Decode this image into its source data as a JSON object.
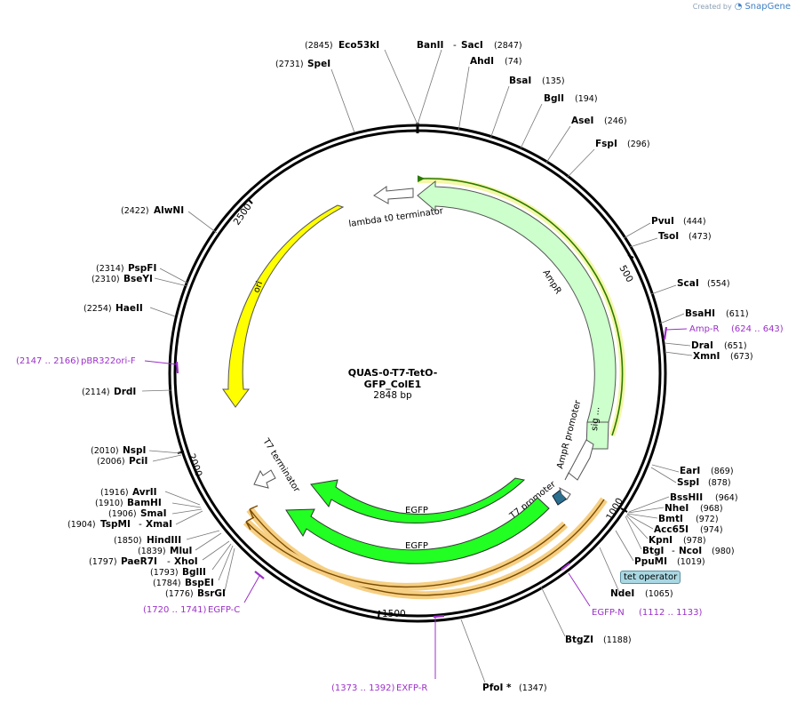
{
  "brand": {
    "created_by": "Created by",
    "app": "SnapGene"
  },
  "plasmid": {
    "name": "QUAS-0-T7-TetO-GFP_ColE1",
    "length_label": "2848 bp",
    "length": 2848
  },
  "ticks": [
    {
      "pos": 500,
      "label": "500"
    },
    {
      "pos": 1000,
      "label": "1000"
    },
    {
      "pos": 1500,
      "label": "1500"
    },
    {
      "pos": 2000,
      "label": "2000"
    },
    {
      "pos": 2500,
      "label": "2500"
    }
  ],
  "sites": [
    {
      "name": "Eco53kI",
      "coord": "(2845)"
    },
    {
      "name": "BanII",
      "name2": "SacI",
      "coord": "(2847)"
    },
    {
      "name": "SpeI",
      "coord": "(2731)"
    },
    {
      "name": "AhdI",
      "coord": "(74)"
    },
    {
      "name": "BsaI",
      "coord": "(135)"
    },
    {
      "name": "BglI",
      "coord": "(194)"
    },
    {
      "name": "AseI",
      "coord": "(246)"
    },
    {
      "name": "FspI",
      "coord": "(296)"
    },
    {
      "name": "PvuI",
      "coord": "(444)"
    },
    {
      "name": "TsoI",
      "coord": "(473)"
    },
    {
      "name": "ScaI",
      "coord": "(554)"
    },
    {
      "name": "BsaHI",
      "coord": "(611)"
    },
    {
      "name": "DraI",
      "coord": "(651)"
    },
    {
      "name": "XmnI",
      "coord": "(673)"
    },
    {
      "name": "EarI",
      "coord": "(869)"
    },
    {
      "name": "SspI",
      "coord": "(878)"
    },
    {
      "name": "BssHII",
      "coord": "(964)"
    },
    {
      "name": "NheI",
      "coord": "(968)"
    },
    {
      "name": "BmtI",
      "coord": "(972)"
    },
    {
      "name": "Acc65I",
      "coord": "(974)"
    },
    {
      "name": "KpnI",
      "coord": "(978)"
    },
    {
      "name": "BtgI",
      "name2": "NcoI",
      "coord": "(980)"
    },
    {
      "name": "PpuMI",
      "coord": "(1019)"
    },
    {
      "name": "NdeI",
      "coord": "(1065)"
    },
    {
      "name": "BtgZI",
      "coord": "(1188)"
    },
    {
      "name": "PfoI *",
      "coord": "(1347)"
    },
    {
      "name": "BsrGI",
      "coord": "(1776)"
    },
    {
      "name": "BspEI",
      "coord": "(1784)"
    },
    {
      "name": "BglII",
      "coord": "(1793)"
    },
    {
      "name": "PaeR7I",
      "name2": "XhoI",
      "coord": "(1797)"
    },
    {
      "name": "MluI",
      "coord": "(1839)"
    },
    {
      "name": "HindIII",
      "coord": "(1850)"
    },
    {
      "name": "TspMI",
      "name2": "XmaI",
      "coord": "(1904)"
    },
    {
      "name": "SmaI",
      "coord": "(1906)"
    },
    {
      "name": "BamHI",
      "coord": "(1910)"
    },
    {
      "name": "AvrII",
      "coord": "(1916)"
    },
    {
      "name": "PciI",
      "coord": "(2006)"
    },
    {
      "name": "NspI",
      "coord": "(2010)"
    },
    {
      "name": "DrdI",
      "coord": "(2114)"
    },
    {
      "name": "HaeII",
      "coord": "(2254)"
    },
    {
      "name": "BseYI",
      "coord": "(2310)"
    },
    {
      "name": "PspFI",
      "coord": "(2314)"
    },
    {
      "name": "AlwNI",
      "coord": "(2422)"
    }
  ],
  "primers": [
    {
      "name": "Amp-R",
      "coord": "(624 .. 643)"
    },
    {
      "name": "pBR322ori-F",
      "coord": "(2147 .. 2166)"
    },
    {
      "name": "EGFP-C",
      "coord": "(1720 .. 1741)"
    },
    {
      "name": "EGFP-N",
      "coord": "(1112 .. 1133)"
    },
    {
      "name": "EXFP-R",
      "coord": "(1373 .. 1392)"
    }
  ],
  "features": {
    "lambda_t0": "lambda t0 terminator",
    "ampr": "AmpR",
    "ampr_promoter": "AmpR promoter",
    "sig": "sig ...",
    "ori": "ori",
    "t7_terminator": "T7 terminator",
    "t7_promoter": "T7 promoter",
    "egfp1": "EGFP",
    "egfp2": "EGFP",
    "tet_operator": "tet operator"
  },
  "colors": {
    "backbone": "#000000",
    "ampr_fill": "#ccffcc",
    "ori_fill": "#ffff00",
    "egfp_fill": "#22ff22",
    "orf_highlight": "#f6cf83",
    "primer": "#9b30c8",
    "tet_operator": "#2b6f8f"
  }
}
